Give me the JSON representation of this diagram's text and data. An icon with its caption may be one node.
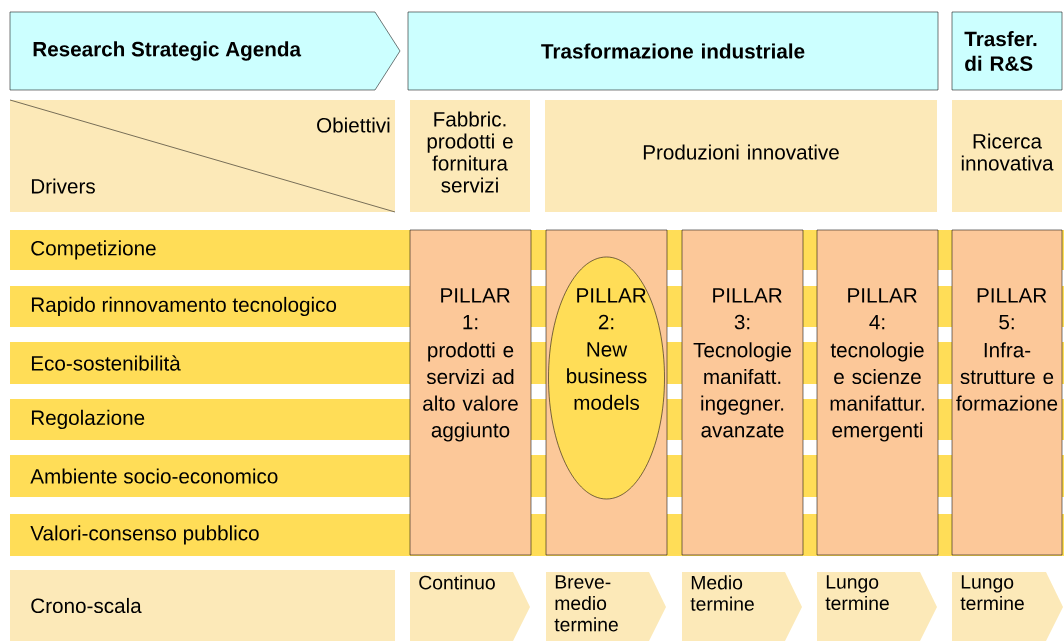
{
  "diagram": {
    "nodes": [
      {
        "text": [
          "Research Strategic Agenda"
        ]
      },
      {
        "text": [
          "Trasformazione industriale"
        ]
      },
      {
        "text": [
          "Trasfer. di R&S"
        ]
      },
      {
        "text": [
          "Obiettivi",
          "Drivers"
        ]
      },
      {
        "text": [
          "Fabbric. prodotti e fornitura servizi"
        ]
      },
      {
        "text": [
          "Produzioni innovative"
        ]
      },
      {
        "text": [
          "Ricerca innovativa"
        ]
      },
      {
        "text": [
          "Competizione"
        ]
      },
      {
        "text": [
          "Rapido rinnovamento tecnologico"
        ]
      },
      {
        "text": [
          "Eco-sostenibilità"
        ]
      },
      {
        "text": [
          "Regolazione"
        ]
      },
      {
        "text": [
          "Ambiente socio-economico"
        ]
      },
      {
        "text": [
          "Valori-consenso pubblico"
        ]
      },
      {
        "text": [
          "PILLAR 1:",
          "prodotti e servizi ad alto valore aggiunto"
        ]
      },
      {
        "text": [],
        "shape": "box"
      },
      {
        "text": [
          "PILLAR 2:",
          "New business models"
        ],
        "in": 14
      },
      {
        "text": [
          "PILLAR 3:",
          "Tecnologie manifatt. ingegner. avanzate"
        ]
      },
      {
        "text": [
          "PILLAR 4:",
          "tecnologie e scienze manifattur. emergenti"
        ]
      },
      {
        "text": [
          "PILLAR 5:",
          "Infra- strutture e formazione"
        ]
      },
      {
        "text": [
          "Crono-scala"
        ]
      },
      {
        "text": [
          "Continuo"
        ]
      },
      {
        "text": [
          "Breve- medio termine"
        ]
      },
      {
        "text": [
          "Medio termine"
        ]
      },
      {
        "text": [
          "Lungo termine"
        ]
      },
      {
        "text": [
          "Lungo termine"
        ]
      }
    ]
  }
}
